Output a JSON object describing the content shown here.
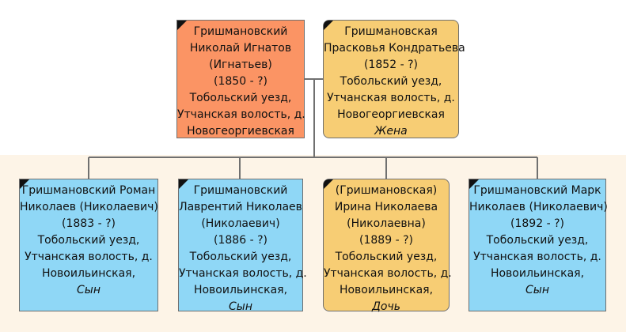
{
  "parents": [
    {
      "lines": [
        "Гришмановский",
        "Николай Игнатов",
        "(Игнатьев)",
        "(1850 - ?)",
        "Тобольский уезд,",
        "Утчанская волость, д.",
        "Новогеоргиевская"
      ],
      "role": ""
    },
    {
      "lines": [
        "Гришмановская",
        "Прасковья Кондратьева",
        "(1852 - ?)",
        "Тобольский уезд,",
        "Утчанская волость, д.",
        "Новогеоргиевская"
      ],
      "role": "Жена"
    }
  ],
  "children": [
    {
      "lines": [
        "Гришмановский Роман",
        "Николаев (Николаевич)",
        "(1883 - ?)",
        "Тобольский уезд,",
        "Утчанская волость, д.",
        "Новоильинская,"
      ],
      "role": "Сын"
    },
    {
      "lines": [
        "Гришмановский",
        "Лаврентий Николаев",
        "(Николаевич)",
        "(1886 - ?)",
        "Тобольский уезд,",
        "Утчанская волость, д.",
        "Новоильинская,"
      ],
      "role": "Сын"
    },
    {
      "lines": [
        "(Гришмановская)",
        "Ирина Николаева",
        "(Николаевна)",
        "(1889 - ?)",
        "Тобольский уезд,",
        "Утчанская волость, д.",
        "Новоильинская,"
      ],
      "role": "Дочь"
    },
    {
      "lines": [
        "Гришмановский Марк",
        "Николаев (Николаевич)",
        "(1892 - ?)",
        "Тобольский уезд,",
        "Утчанская волость, д.",
        "Новоильинская,"
      ],
      "role": "Сын"
    }
  ],
  "colors": {
    "male": "#8fd7f6",
    "female": "#f7cd74",
    "selected": "#fb9464",
    "connector": "#707070",
    "children_band": "#fdf4e7"
  }
}
